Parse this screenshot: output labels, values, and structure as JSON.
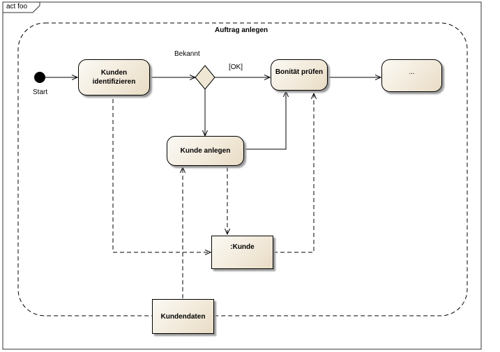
{
  "frame": {
    "title": "act foo"
  },
  "region": {
    "title": "Auftrag anlegen"
  },
  "start": {
    "label": "Start"
  },
  "decision": {
    "label": "Bekannt",
    "guard": "[OK]"
  },
  "actions": {
    "kunden_identifizieren": "Kunden\nidentifizieren",
    "kunde_anlegen": "Kunde anlegen",
    "bonitaet_pruefen": "Bonität prüfen",
    "ellipsis": "..."
  },
  "objects": {
    "kunde": ":Kunde",
    "kundendaten": "Kundendaten"
  }
}
